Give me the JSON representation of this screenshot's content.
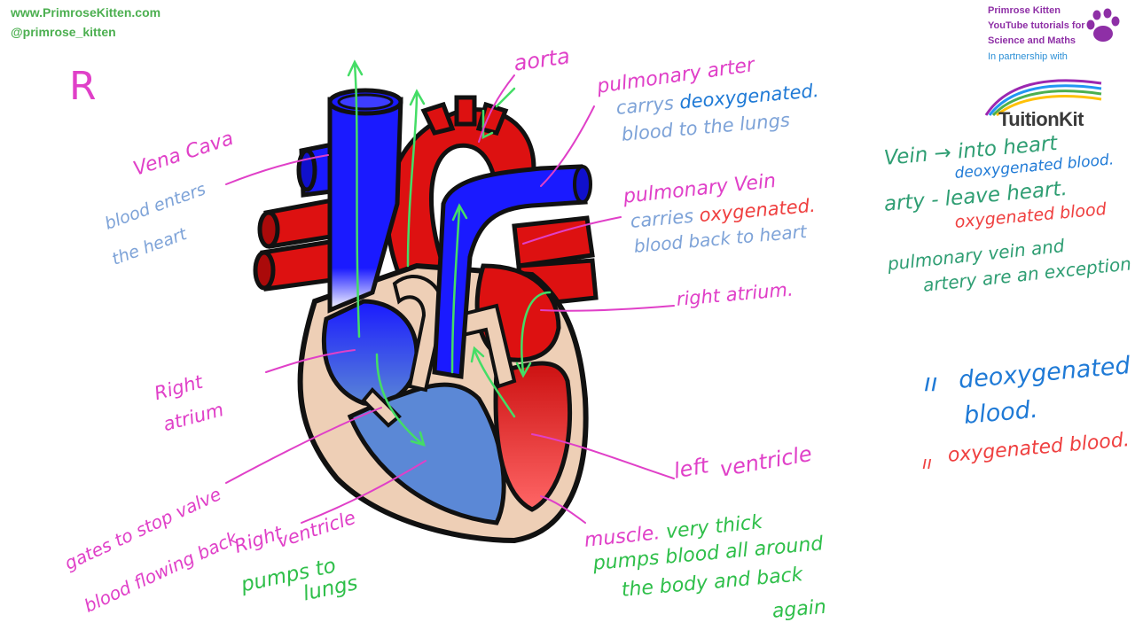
{
  "header": {
    "website": "www.PrimroseKitten.com",
    "handle": "@primrose_kitten"
  },
  "branding": {
    "line1": "Primrose Kitten",
    "line2": "YouTube tutorials for",
    "line3": "Science and Maths",
    "partner": "In partnership with",
    "logo_text": "TuitionKit"
  },
  "annotations": {
    "r_mark": "R",
    "vena_cava": "Vena Cava",
    "vena_cava_desc1": "blood enters",
    "vena_cava_desc2": "the heart",
    "aorta": "aorta",
    "pulmonary_artery": "pulmonary arter",
    "pa_desc1_a": "carrys ",
    "pa_desc1_b": "deoxygenated.",
    "pa_desc2": "blood to the lungs",
    "pulmonary_vein": "pulmonary Vein",
    "pv_desc1_a": "carries ",
    "pv_desc1_b": "oxygenated.",
    "pv_desc2": "blood back to heart",
    "right_atrium_r": "right atrium.",
    "right_atrium_l1": "Right",
    "right_atrium_l2": "atrium",
    "valves1": "gates to stop valve",
    "valves2": "blood flowing back",
    "right_ventricle1": "Right",
    "right_ventricle2": "ventricle",
    "rv_pumps1": "pumps to",
    "rv_pumps2": "lungs",
    "left_ventricle1": "left",
    "left_ventricle2": "ventricle",
    "muscle_a": "muscle.",
    "muscle_b": "very thick",
    "pumps_body1": "pumps blood all around",
    "pumps_body2": "the body and back",
    "pumps_body3": "again"
  },
  "notes": {
    "vein": "Vein → into heart",
    "vein_deox": "deoxygenated blood.",
    "artery": "arty - leave heart.",
    "artery_ox": "oxygenated blood",
    "exception1": "pulmonary vein and",
    "exception2": "artery are an exception",
    "key_deox_symbol": "ıı",
    "key_deox1": "deoxygenated",
    "key_deox2": "blood.",
    "key_ox_symbol": "ıı",
    "key_ox": "oxygenated blood."
  },
  "colors": {
    "deoxygenated": "#1a1aff",
    "oxygenated": "#dd1111",
    "muscle": "#eecfb6",
    "label_pink": "#e040c8",
    "flow_green": "#44dd66"
  }
}
